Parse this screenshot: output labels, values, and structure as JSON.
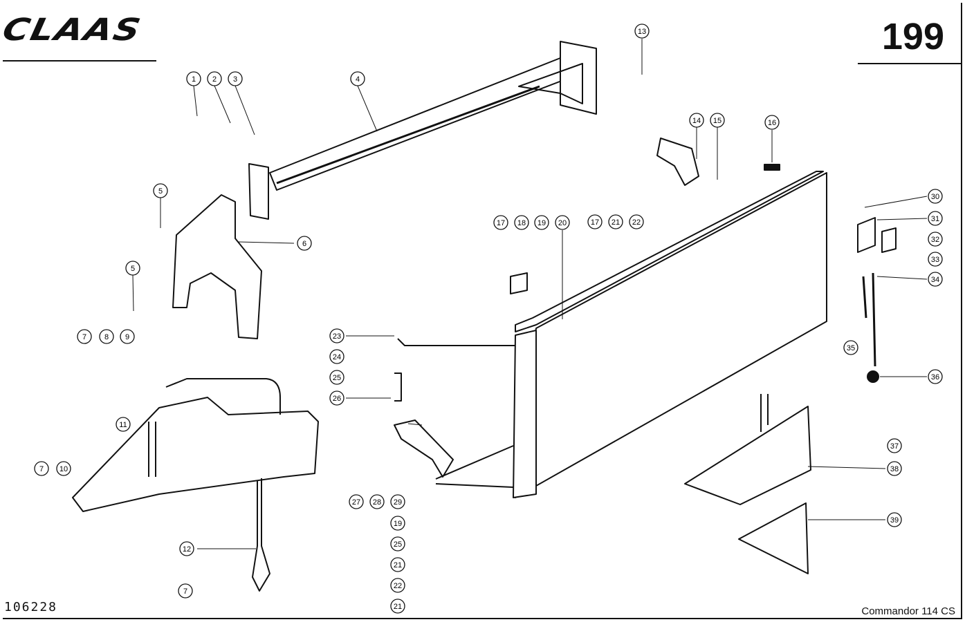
{
  "header": {
    "brand": "CLAAS",
    "page_number": "199"
  },
  "footer": {
    "drawing_number": "106228",
    "model": "Commandor 114 CS"
  },
  "callouts": [
    "1",
    "2",
    "3",
    "4",
    "5",
    "5",
    "6",
    "7",
    "8",
    "9",
    "7",
    "10",
    "11",
    "12",
    "7",
    "13",
    "14",
    "15",
    "16",
    "17",
    "21",
    "22",
    "17",
    "18",
    "19",
    "20",
    "23",
    "24",
    "25",
    "26",
    "27",
    "28",
    "29",
    "19",
    "25",
    "21",
    "22",
    "21",
    "30",
    "31",
    "32",
    "33",
    "34",
    "35",
    "36",
    "37",
    "38",
    "39"
  ]
}
